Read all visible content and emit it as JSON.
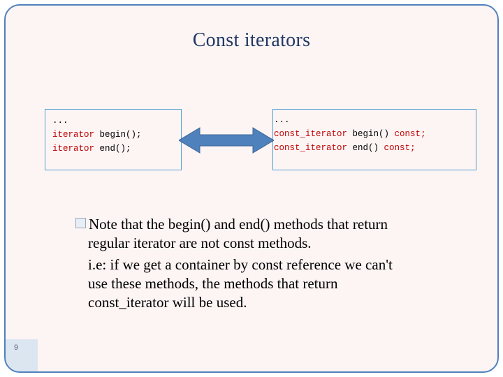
{
  "slide": {
    "title": "Const iterators",
    "page_number": "9",
    "accent_color": "#4f81bd",
    "title_color": "#1f3864",
    "keyword_color": "#c00000",
    "background_color": "#fdf4f4"
  },
  "code_left": {
    "line1": "...",
    "line2_type": "iterator",
    "line2_rest": " begin();",
    "line3_type": "iterator",
    "line3_rest": " end();"
  },
  "code_right": {
    "line1": "...",
    "line2_type": "const_iterator",
    "line2_mid": " begin() ",
    "line2_const": "const",
    "line2_end": ";",
    "line3_type": "const_iterator",
    "line3_mid": " end() ",
    "line3_const": "const",
    "line3_end": ";"
  },
  "arrow": {
    "name": "double-headed-arrow",
    "color": "#4f81bd"
  },
  "body": {
    "bullet_line_1": "Note that the begin() and end() methods that return",
    "bullet_line_2": "regular iterator are not const methods.",
    "paragraph_line_1": "i.e: if we get a container by const reference we can't",
    "paragraph_line_2": "use these methods, the methods that return",
    "paragraph_line_3": "const_iterator will be used."
  }
}
